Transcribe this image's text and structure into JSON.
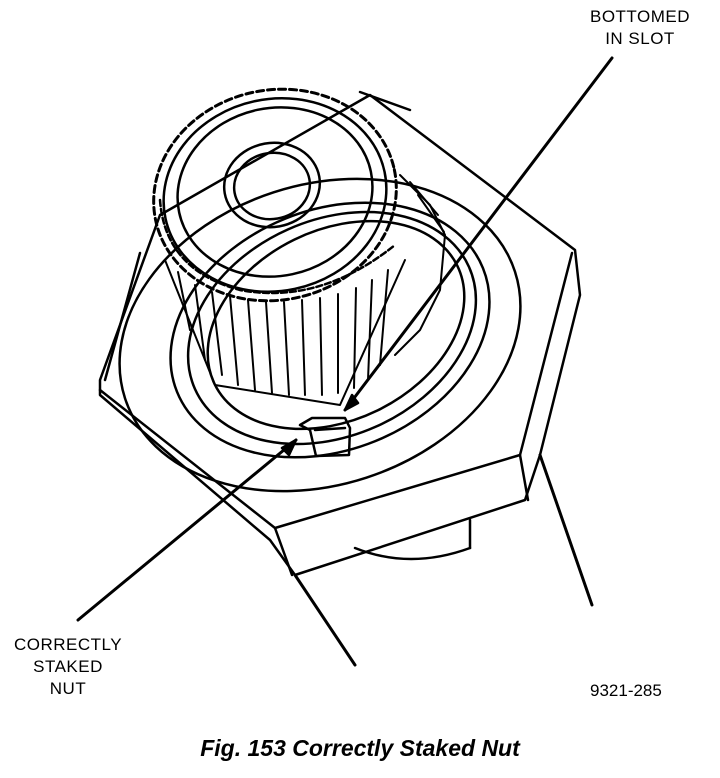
{
  "callouts": {
    "bottomed_line1": "BOTTOMED",
    "bottomed_line2": "IN  SLOT",
    "staked_line1": "CORRECTLY",
    "staked_line2": "STAKED",
    "staked_line3": "NUT"
  },
  "figure_number": "9321-285",
  "caption": "Fig. 153 Correctly Staked Nut"
}
